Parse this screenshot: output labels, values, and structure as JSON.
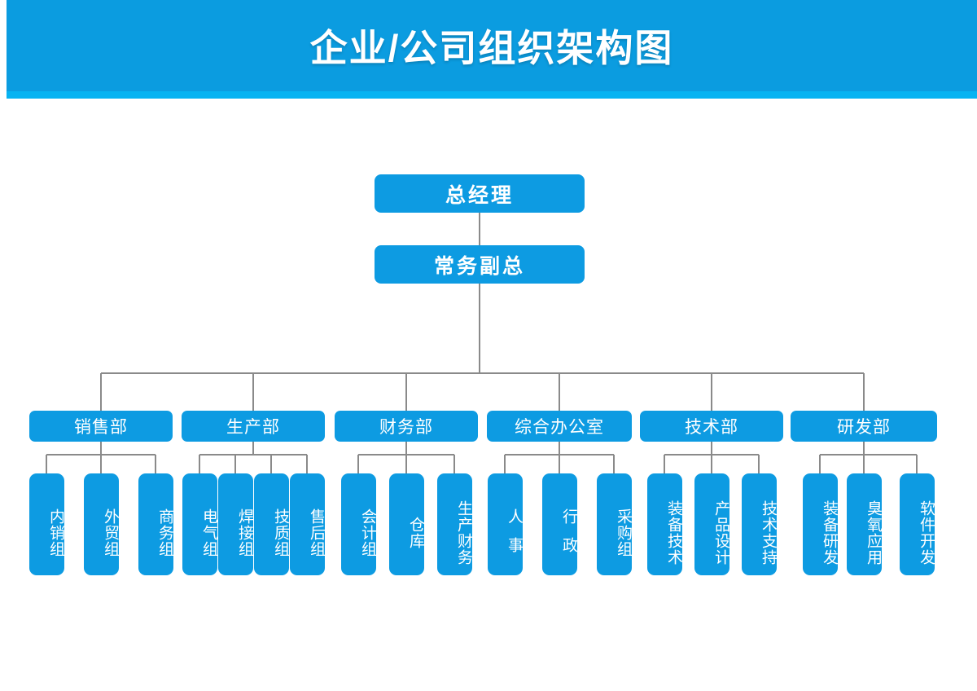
{
  "header": {
    "title": "企业/公司组织架构图",
    "banner_color": "#0b9ce0",
    "strip_color": "#06b3f2"
  },
  "theme": {
    "node_color": "#0d9be2",
    "link_color": "#8a8a8a",
    "text_color": "#ffffff",
    "background": "#ffffff"
  },
  "chart_data": {
    "type": "org-chart",
    "title": "企业/公司组织架构图",
    "levels": 4,
    "root": "总经理",
    "nodes": {
      "level1": {
        "label": "总经理"
      },
      "level2": {
        "label": "常务副总"
      },
      "departments": [
        {
          "label": "销售部",
          "children": [
            {
              "label": "内销组",
              "orientation": "vertical"
            },
            {
              "label": "外贸组",
              "orientation": "vertical"
            },
            {
              "label": "商务组",
              "orientation": "vertical"
            }
          ]
        },
        {
          "label": "生产部",
          "children": [
            {
              "label": "电气组",
              "orientation": "vertical"
            },
            {
              "label": "焊接组",
              "orientation": "vertical"
            },
            {
              "label": "技质组",
              "orientation": "vertical"
            },
            {
              "label": "售后组",
              "orientation": "vertical"
            }
          ]
        },
        {
          "label": "财务部",
          "children": [
            {
              "label": "会计组",
              "orientation": "vertical"
            },
            {
              "label": "仓库",
              "orientation": "vertical"
            },
            {
              "label": "生产财务",
              "orientation": "vertical"
            }
          ]
        },
        {
          "label": "综合办公室",
          "children": [
            {
              "label": "人事",
              "orientation": "vertical",
              "spaced": true
            },
            {
              "label": "行政",
              "orientation": "vertical",
              "spaced": true
            },
            {
              "label": "采购组",
              "orientation": "vertical"
            }
          ]
        },
        {
          "label": "技术部",
          "children": [
            {
              "label": "装备技术",
              "orientation": "vertical"
            },
            {
              "label": "产品设计",
              "orientation": "vertical"
            },
            {
              "label": "技术支持",
              "orientation": "vertical"
            }
          ]
        },
        {
          "label": "研发部",
          "children": [
            {
              "label": "装备研发",
              "orientation": "vertical"
            },
            {
              "label": "臭氧应用",
              "orientation": "vertical"
            },
            {
              "label": "软件开发",
              "orientation": "vertical"
            }
          ]
        }
      ]
    }
  }
}
